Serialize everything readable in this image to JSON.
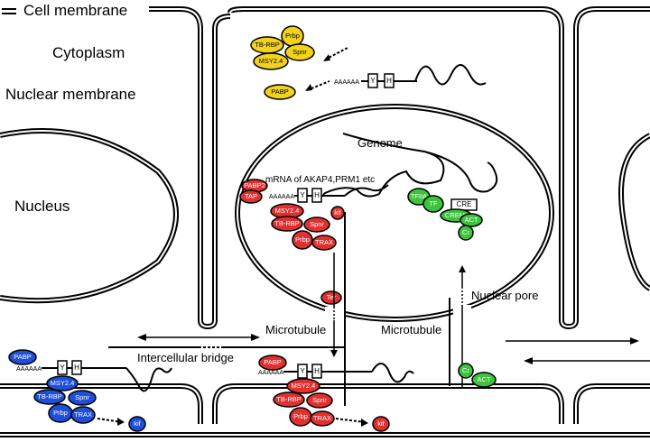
{
  "labels": {
    "cell_membrane": "Cell membrane",
    "cytoplasm": "Cytoplasm",
    "nuclear_membrane": "Nuclear membrane",
    "nucleus": "Nucleus",
    "genome": "Genome",
    "mrna": "mRNA of AKAP4,PRM1 etc",
    "microtubule_left": "Microtubule",
    "microtubule_right": "Microtubule",
    "intercellular_bridge": "Intercellular bridge",
    "nuclear_pore": "Nuclear pore",
    "polyA": "AAAAAA",
    "y_box": "Y",
    "h_box": "H",
    "cre_box": "CRE"
  },
  "proteins": {
    "prbp": "Prbp",
    "tbrbp": "TB-RBP",
    "spnr": "Spnr",
    "msy24": "MSY2.4",
    "pabp": "PABP",
    "pabp2": "PABP2",
    "tap": "TAP",
    "trax": "TRAX",
    "kif": "kif",
    "ter": "Ter",
    "tfiia": "TFIIA",
    "tf": "TF",
    "cremt": "CREMt",
    "act": "ACT",
    "cr": "Cr"
  },
  "colors": {
    "blue": "#1f4fd8",
    "red": "#e03030",
    "yellow": "#f2d21a",
    "green": "#3cc43c"
  }
}
